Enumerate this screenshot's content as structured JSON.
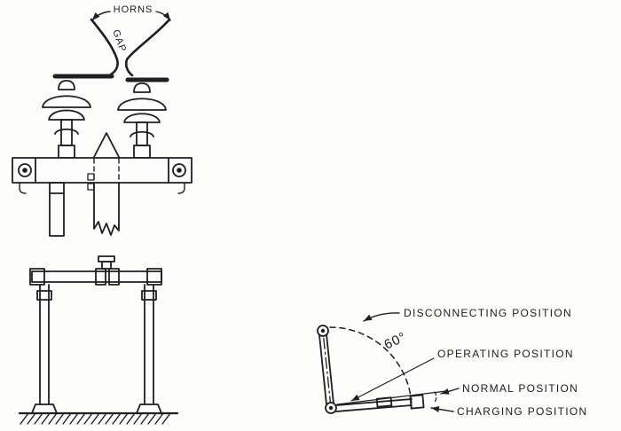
{
  "figure": {
    "left": {
      "horns_label": "HORNS",
      "gap_label": "GAP"
    },
    "right": {
      "disconnecting_label": "DISCONNECTING POSITION",
      "angle_label": "60°",
      "operating_label": "OPERATING POSITION",
      "normal_label": "NORMAL POSITION",
      "charging_label": "CHARGING POSITION"
    },
    "colors": {
      "ink": "#1f1f1f",
      "paper": "#fdfdfc"
    }
  }
}
